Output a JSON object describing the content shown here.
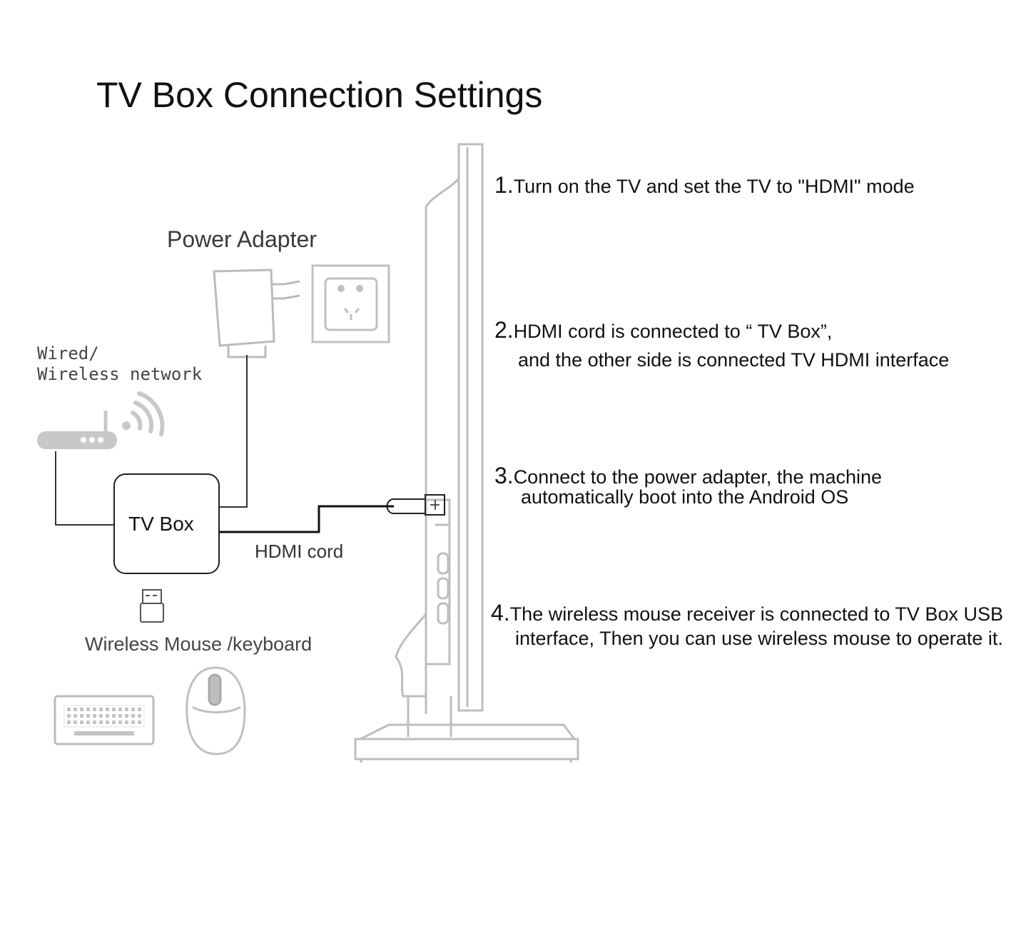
{
  "title": "TV Box Connection Settings",
  "labels": {
    "power_adapter": "Power Adapter",
    "network_line1": "Wired/",
    "network_line2": "Wireless network",
    "tv_box": "TV Box",
    "hdmi_cord": "HDMI cord",
    "wireless_mouse_keyboard": "Wireless Mouse /keyboard"
  },
  "steps": [
    {
      "num": "1.",
      "lines": [
        "Turn on the TV and set the TV to \"HDMI\" mode"
      ]
    },
    {
      "num": "2.",
      "lines": [
        "HDMI cord is connected to “ TV Box”,",
        "and the other side is connected TV HDMI interface"
      ]
    },
    {
      "num": "3.",
      "lines": [
        "Connect to the power adapter, the machine",
        "automatically boot into the Android OS"
      ]
    },
    {
      "num": "4.",
      "lines": [
        "The wireless mouse receiver is connected to TV Box USB",
        "interface, Then you can use wireless mouse to operate it."
      ]
    }
  ]
}
